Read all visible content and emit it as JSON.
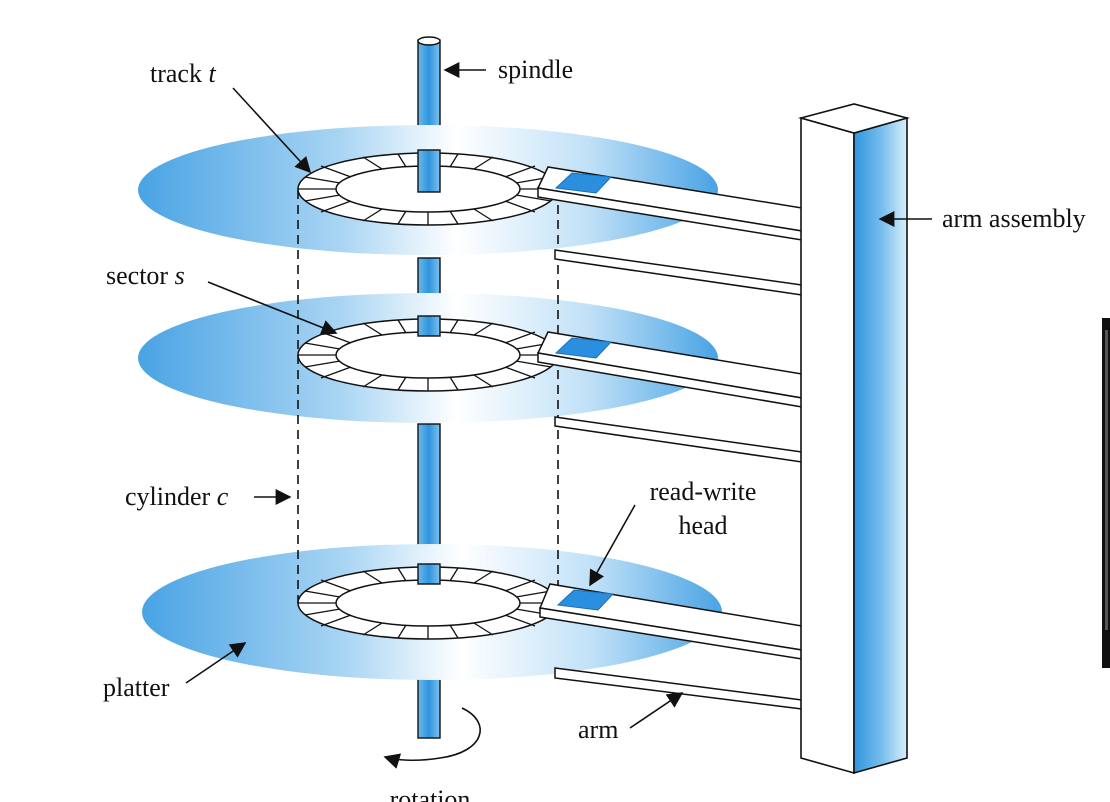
{
  "labels": {
    "track": "track",
    "track_var": "t",
    "spindle": "spindle",
    "arm_assembly": "arm assembly",
    "sector": "sector",
    "sector_var": "s",
    "cylinder": "cylinder",
    "cylinder_var": "c",
    "read_write_head_line1": "read-write",
    "read_write_head_line2": "head",
    "platter": "platter",
    "arm": "arm",
    "rotation": "rotation"
  },
  "colors": {
    "blue": "#3a9be0",
    "light_blue": "#e8f4fd",
    "head_blue": "#2b8fe0"
  }
}
